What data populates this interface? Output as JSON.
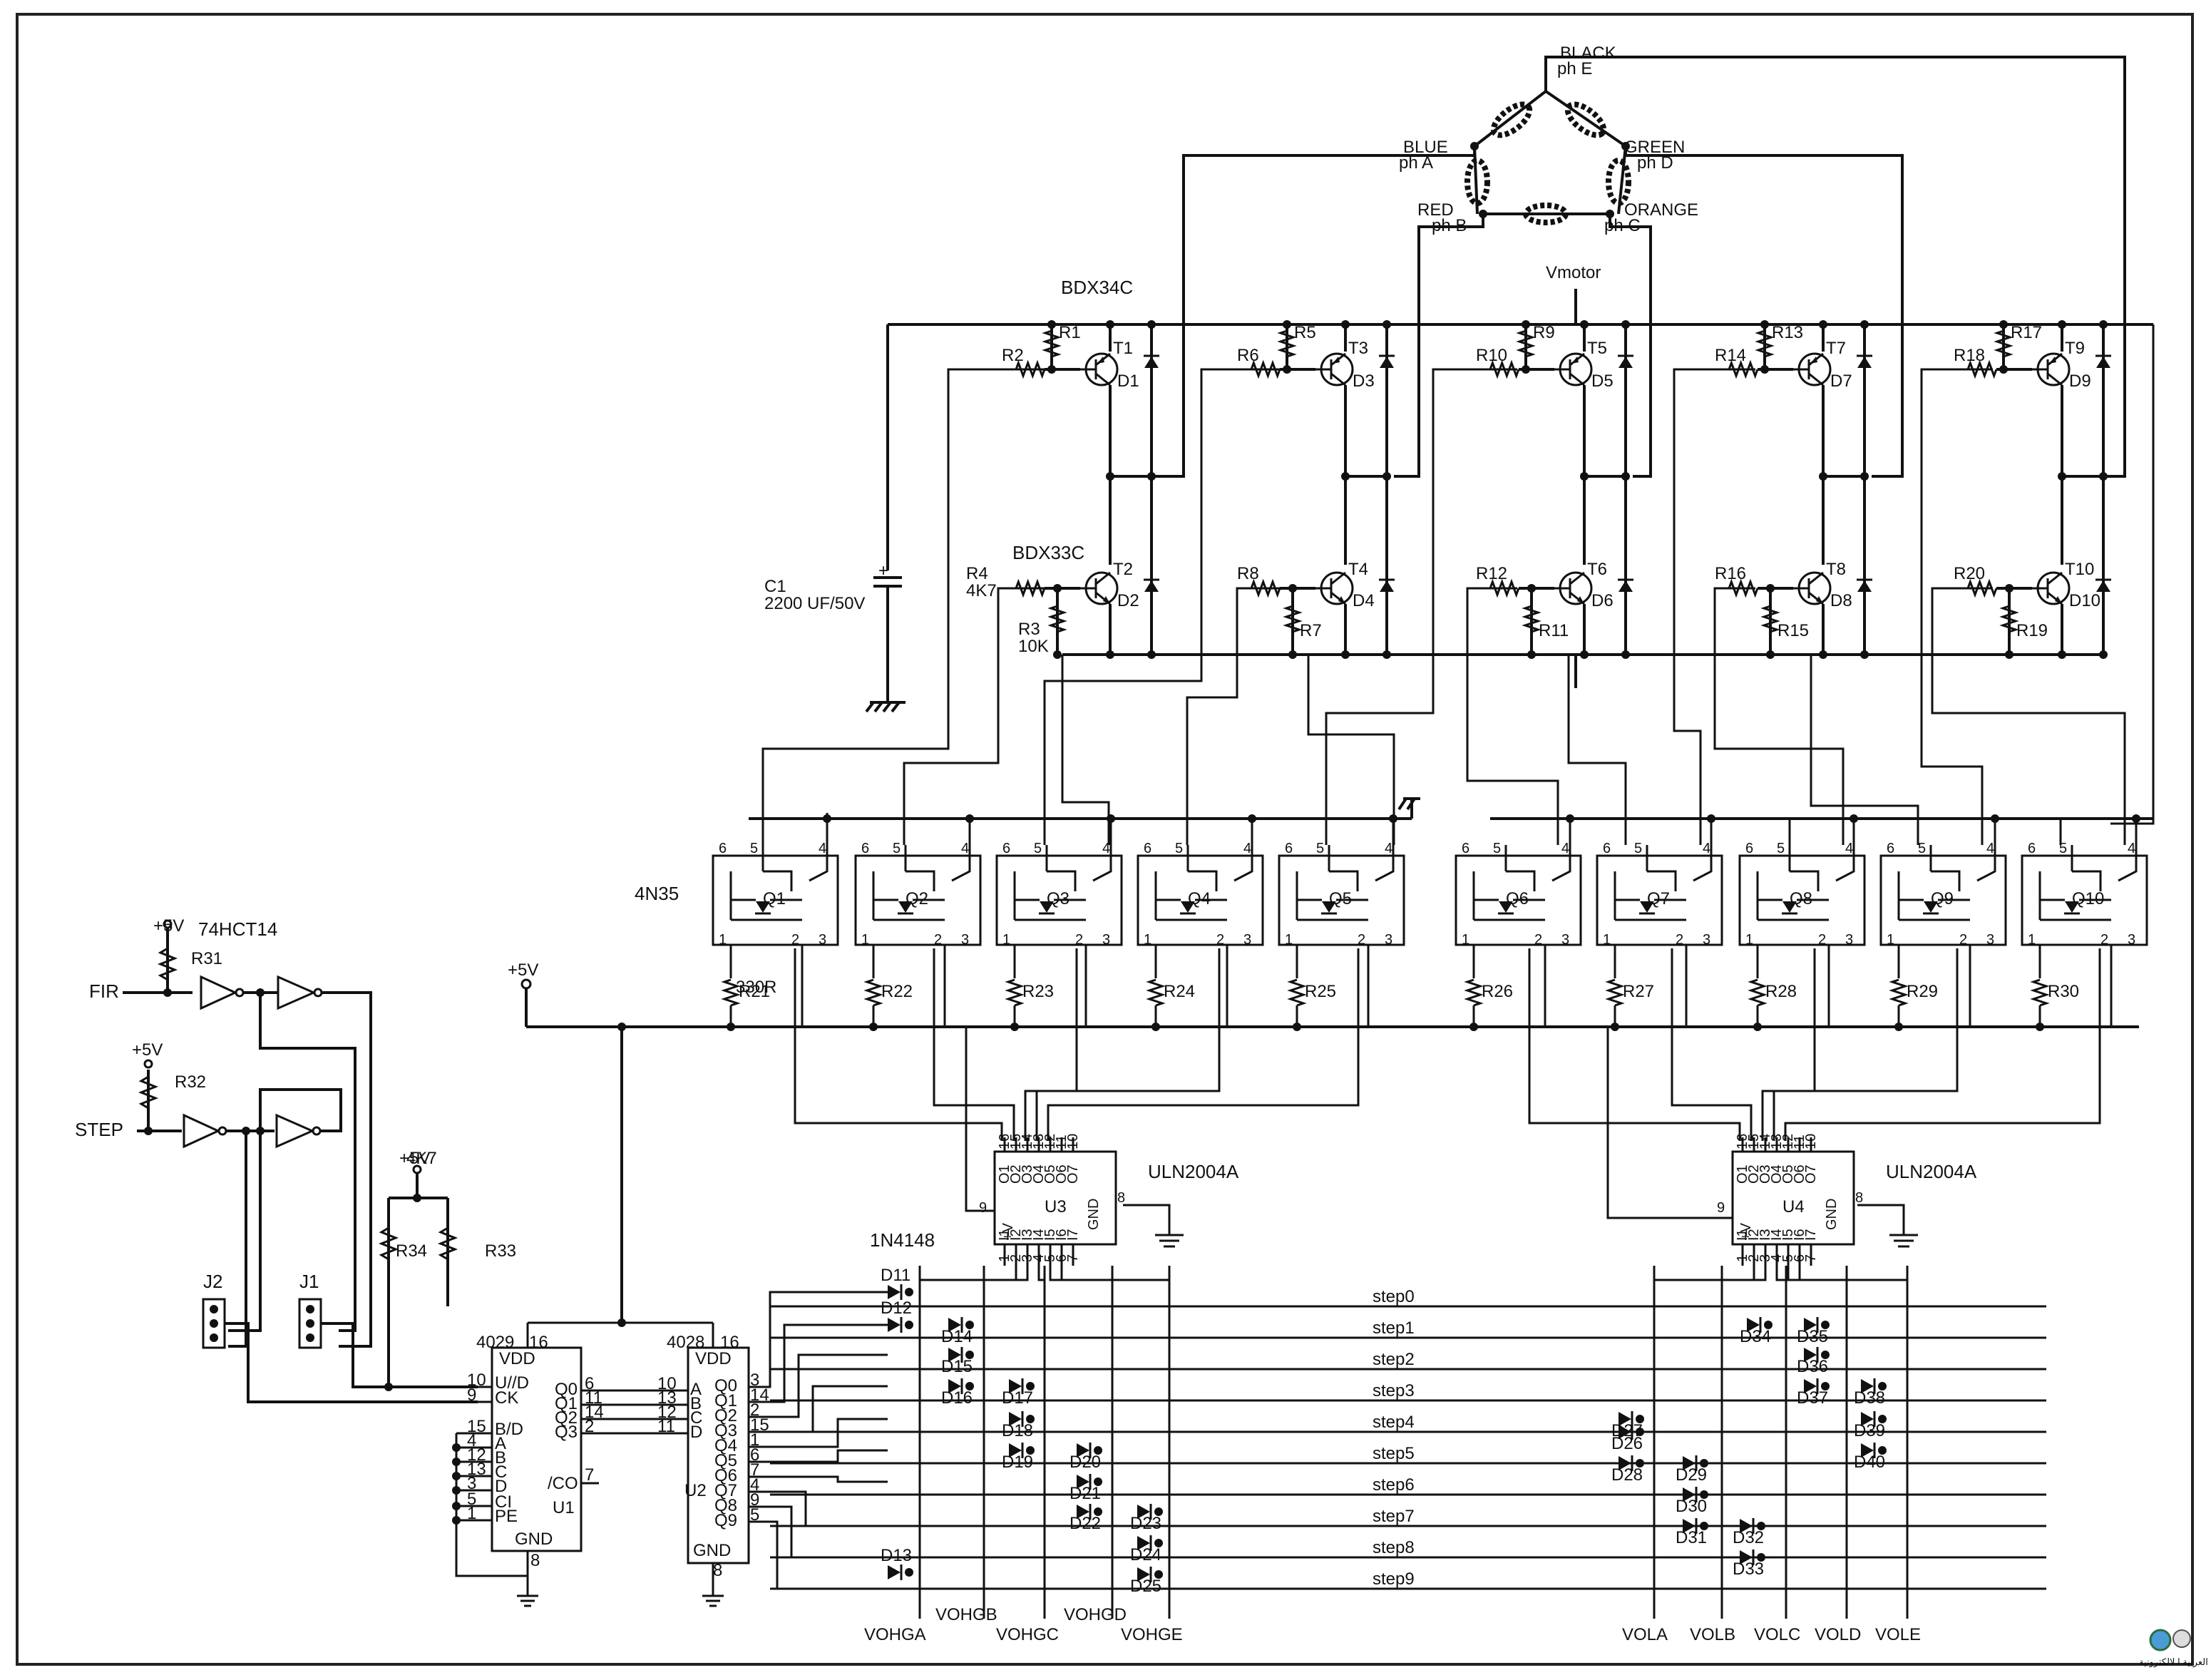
{
  "motor": {
    "phases": [
      {
        "color": "BLACK",
        "phase": "ph E"
      },
      {
        "color": "BLUE",
        "phase": "ph A"
      },
      {
        "color": "GREEN",
        "phase": "ph D"
      },
      {
        "color": "RED",
        "phase": "ph B"
      },
      {
        "color": "ORANGE",
        "phase": "ph C"
      }
    ],
    "supply": "Vmotor"
  },
  "transistors": {
    "high_side_part": "BDX34C",
    "low_side_part": "BDX33C",
    "high": [
      "T1",
      "T3",
      "T5",
      "T7",
      "T9"
    ],
    "low": [
      "T2",
      "T4",
      "T6",
      "T8",
      "T10"
    ],
    "base_res_high": [
      "R2",
      "R6",
      "R10",
      "R14",
      "R18"
    ],
    "pull_res_high": [
      "R1",
      "R5",
      "R9",
      "R13",
      "R17"
    ],
    "base_res_low": [
      "R4",
      "R8",
      "R12",
      "R16",
      "R20"
    ],
    "pull_res_low": [
      "R3",
      "R7",
      "R11",
      "R15",
      "R19"
    ],
    "diodes_high": [
      "D1",
      "D3",
      "D5",
      "D7",
      "D9"
    ],
    "diodes_low": [
      "D2",
      "D4",
      "D6",
      "D8",
      "D10"
    ],
    "r4_value": "4K7",
    "r3_value": "10K"
  },
  "capacitor": {
    "name": "C1",
    "value": "2200 UF/50V"
  },
  "opto": {
    "part": "4N35",
    "names": [
      "Q1",
      "Q2",
      "Q3",
      "Q4",
      "Q5",
      "Q6",
      "Q7",
      "Q8",
      "Q9",
      "Q10"
    ],
    "pins": [
      "6",
      "5",
      "4",
      "1",
      "2",
      "3"
    ],
    "resistors": [
      "R21",
      "R22",
      "R23",
      "R24",
      "R25",
      "R26",
      "R27",
      "R28",
      "R29",
      "R30"
    ],
    "r21_value": "330R"
  },
  "supply_5v": "+5V",
  "inverter": {
    "part": "74HCT14",
    "in1": "FIR",
    "in2": "STEP",
    "r31": "R31",
    "r32": "R32"
  },
  "pullups": {
    "value": "4K7",
    "r33": "R33",
    "r34": "R34"
  },
  "jumpers": [
    "J2",
    "J1"
  ],
  "u1": {
    "part": "4029",
    "name": "U1",
    "vdd": "VDD",
    "vdd_pin": "16",
    "gnd": "GND",
    "gnd_pin": "8",
    "left_pins": [
      {
        "num": "10",
        "name": "U//D"
      },
      {
        "num": "9",
        "name": "CK"
      },
      {
        "num": "15",
        "name": "B/D"
      },
      {
        "num": "4",
        "name": "A"
      },
      {
        "num": "12",
        "name": "B"
      },
      {
        "num": "13",
        "name": "C"
      },
      {
        "num": "3",
        "name": "D"
      },
      {
        "num": "5",
        "name": "CI"
      },
      {
        "num": "1",
        "name": "PE"
      }
    ],
    "right_pins": [
      {
        "num": "6",
        "name": "Q0"
      },
      {
        "num": "11",
        "name": "Q1"
      },
      {
        "num": "14",
        "name": "Q2"
      },
      {
        "num": "2",
        "name": "Q3"
      }
    ],
    "co": {
      "num": "7",
      "name": "/CO"
    }
  },
  "u2": {
    "part": "4028",
    "name": "U2",
    "vdd": "VDD",
    "vdd_pin": "16",
    "gnd": "GND",
    "gnd_pin": "8",
    "in_pins": [
      {
        "num": "10",
        "name": "A"
      },
      {
        "num": "13",
        "name": "B"
      },
      {
        "num": "12",
        "name": "C"
      },
      {
        "num": "11",
        "name": "D"
      }
    ],
    "out_pins": [
      {
        "num": "3",
        "name": "Q0"
      },
      {
        "num": "14",
        "name": "Q1"
      },
      {
        "num": "2",
        "name": "Q2"
      },
      {
        "num": "15",
        "name": "Q3"
      },
      {
        "num": "1",
        "name": "Q4"
      },
      {
        "num": "6",
        "name": "Q5"
      },
      {
        "num": "7",
        "name": "Q6"
      },
      {
        "num": "4",
        "name": "Q7"
      },
      {
        "num": "9",
        "name": "Q8"
      },
      {
        "num": "5",
        "name": "Q9"
      }
    ]
  },
  "uln": {
    "part": "ULN2004A",
    "u3": "U3",
    "u4": "U4",
    "top_pins": [
      "16",
      "15",
      "14",
      "13",
      "12",
      "11",
      "10"
    ],
    "outputs": [
      "O1",
      "O2",
      "O3",
      "O4",
      "O5",
      "O6",
      "O7"
    ],
    "bottom_pins": [
      "1",
      "2",
      "3",
      "4",
      "5",
      "6",
      "7"
    ],
    "inputs": [
      "I1",
      "I2",
      "I3",
      "I4",
      "I5",
      "I6",
      "I7"
    ],
    "vplus": "+V",
    "vplus_pin": "9",
    "gnd": "GND",
    "gnd_pin": "8"
  },
  "diode_part": "1N4148",
  "steps": [
    "step0",
    "step1",
    "step2",
    "step3",
    "step4",
    "step5",
    "step6",
    "step7",
    "step8",
    "step9"
  ],
  "diodes_left": [
    "D11",
    "D12",
    "D13",
    "D14",
    "D15",
    "D16",
    "D17",
    "D18",
    "D19",
    "D20",
    "D21",
    "D22",
    "D23",
    "D24",
    "D25"
  ],
  "diodes_right": [
    "D26",
    "D27",
    "D28",
    "D29",
    "D30",
    "D31",
    "D32",
    "D33",
    "D34",
    "D35",
    "D36",
    "D37",
    "D38",
    "D39",
    "D40"
  ],
  "outputs_left": [
    "VOHGA",
    "VOHGB",
    "VOHGC",
    "VOHGD",
    "VOHGE"
  ],
  "outputs_right": [
    "VOLA",
    "VOLB",
    "VOLC",
    "VOLD",
    "VOLE"
  ],
  "watermark_text": "العربية ا لالكترونية"
}
